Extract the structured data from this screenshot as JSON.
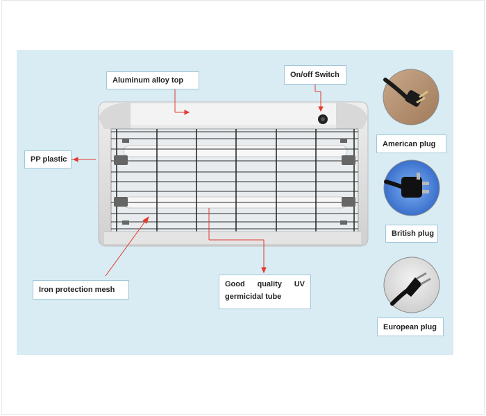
{
  "labels": {
    "top": "Aluminum alloy top",
    "switch": "On/off Switch",
    "pp": "PP plastic",
    "mesh": "Iron protection mesh",
    "tube": "Good quality UV germicidal tube",
    "american": "American plug",
    "british": "British plug",
    "european": "European plug"
  },
  "colors": {
    "panel": "#d9ebf3",
    "pointer": "#e03a2f",
    "label_border": "#9fc7d8"
  }
}
